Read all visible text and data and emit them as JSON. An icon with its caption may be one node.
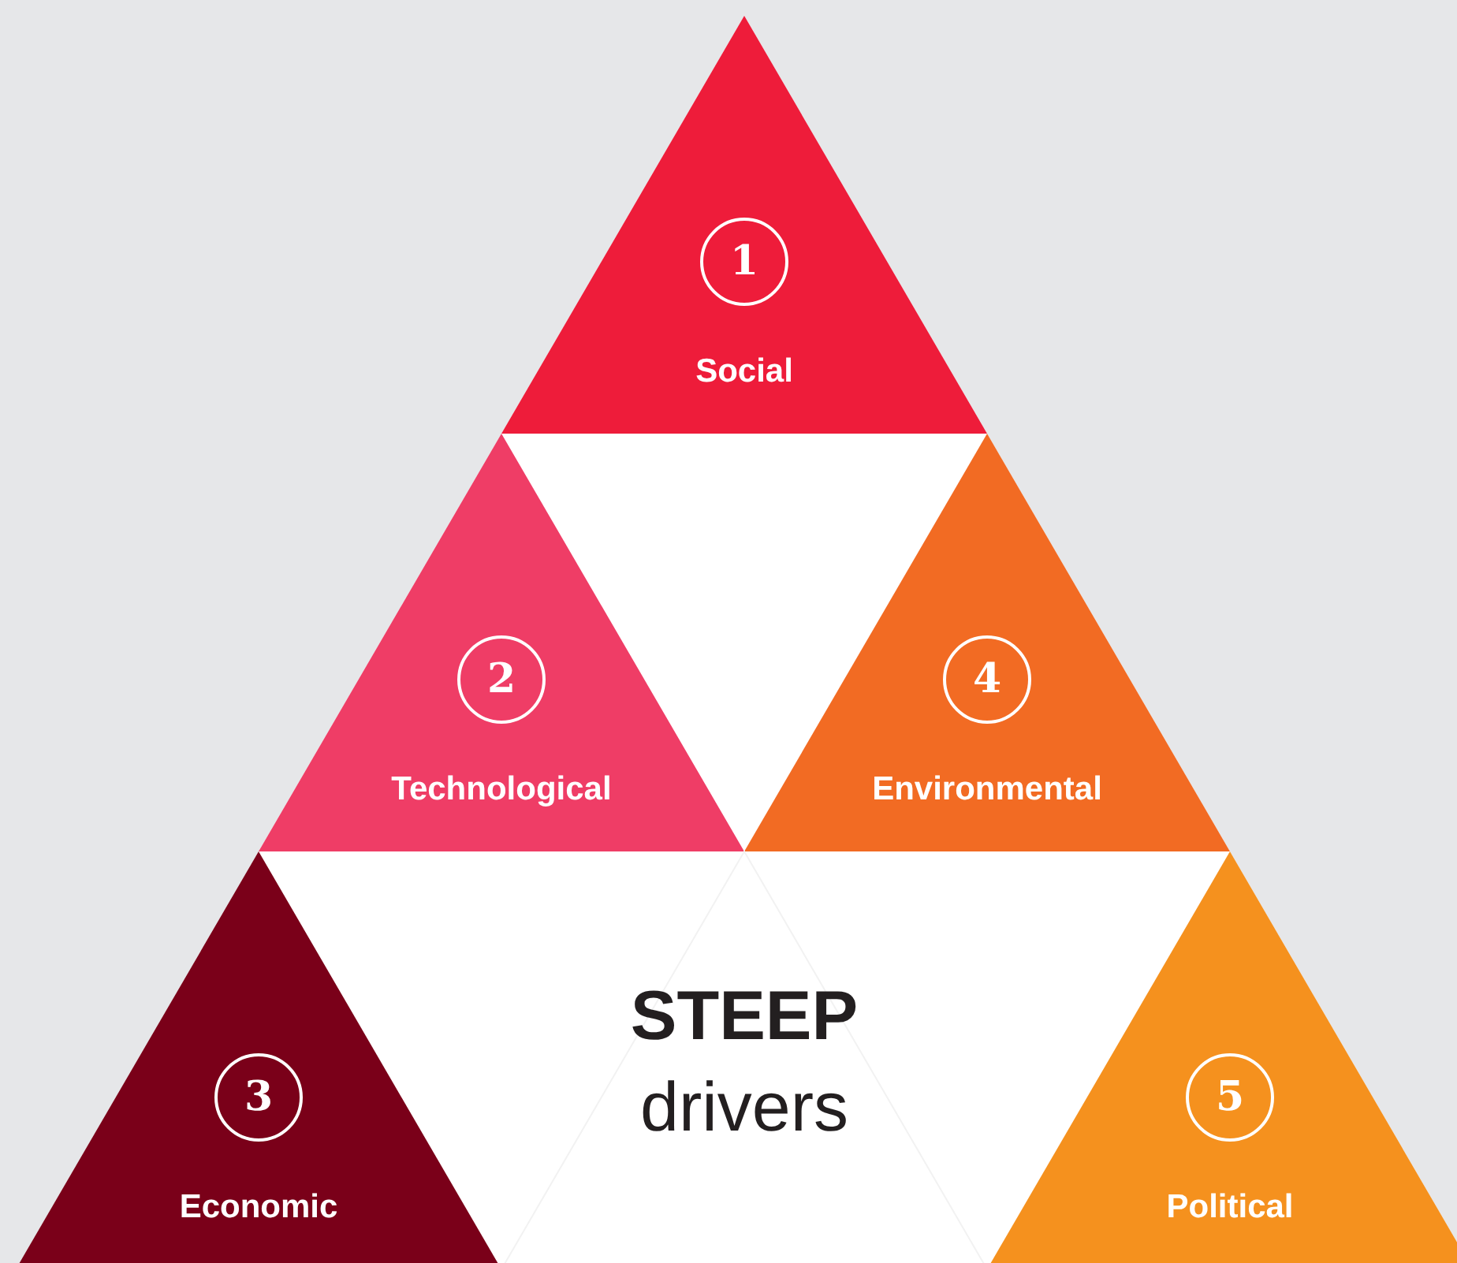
{
  "diagram": {
    "nodes": [
      {
        "text": [
          "1",
          "Social"
        ]
      },
      {
        "text": [
          "2",
          "Technological"
        ]
      },
      {
        "text": [
          "3",
          "Economic"
        ]
      },
      {
        "text": [
          "4",
          "Environmental"
        ]
      },
      {
        "text": [
          "5",
          "Political"
        ]
      },
      {
        "text": [
          "STEEP",
          "drivers"
        ]
      }
    ],
    "edges": []
  }
}
